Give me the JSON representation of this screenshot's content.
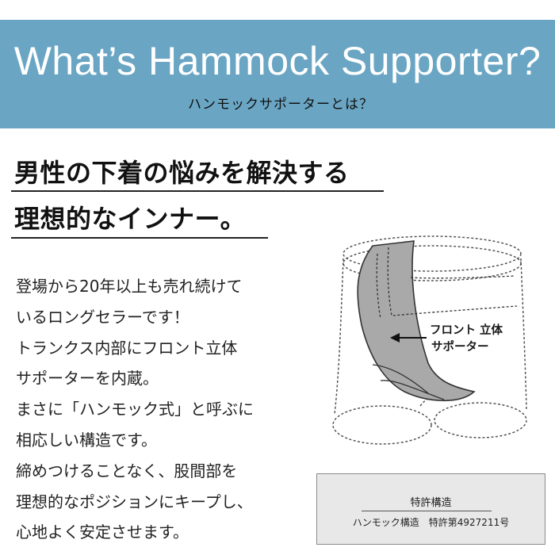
{
  "banner": {
    "title": "What’s Hammock Supporter?",
    "subtitle": "ハンモックサポーターとは？",
    "bg_color": "#6aa6c4"
  },
  "headline": {
    "line1": "男性の下着の悩みを解決する",
    "line2": "理想的なインナー。"
  },
  "body": {
    "lines": [
      "登場から20年以上も売れ続けて",
      "いるロングセラーです！",
      "トランクス内部にフロント立体",
      "サポーターを内蔵。",
      "まさに「ハンモック式」と呼ぶに",
      "相応しい構造です。",
      "締めつけることなく、股間部を",
      "理想的なポジションにキープし、",
      "心地よく安定させます。"
    ]
  },
  "diagram": {
    "label_line1": "フロント 立体",
    "label_line2": "サポーター",
    "support_color": "#a9a9a9"
  },
  "patent": {
    "title": "特許構造",
    "detail": "ハンモック構造　特許第4927211号",
    "bg_color": "#e8e8e8"
  }
}
